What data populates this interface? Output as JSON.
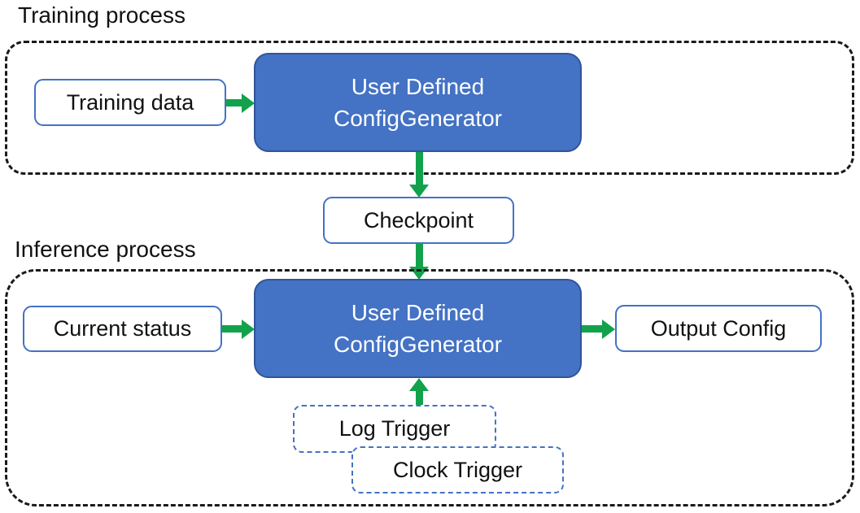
{
  "colors": {
    "generator-fill": "#4472C4",
    "generator-border": "#2F5597",
    "box-border": "#4472C4",
    "arrow-green": "#12A24C",
    "dash-black": "#1A1A1A",
    "text-dark": "#111111",
    "text-light": "#FFFFFF"
  },
  "training": {
    "label": "Training process",
    "input_box": "Training data",
    "generator": {
      "line1": "User Defined",
      "line2": "ConfigGenerator"
    }
  },
  "checkpoint": {
    "label": "Checkpoint"
  },
  "inference": {
    "label": "Inference process",
    "input_box": "Current status",
    "generator": {
      "line1": "User Defined",
      "line2": "ConfigGenerator"
    },
    "output_box": "Output Config",
    "triggers": [
      {
        "label": "Log Trigger"
      },
      {
        "label": "Clock Trigger"
      }
    ]
  }
}
